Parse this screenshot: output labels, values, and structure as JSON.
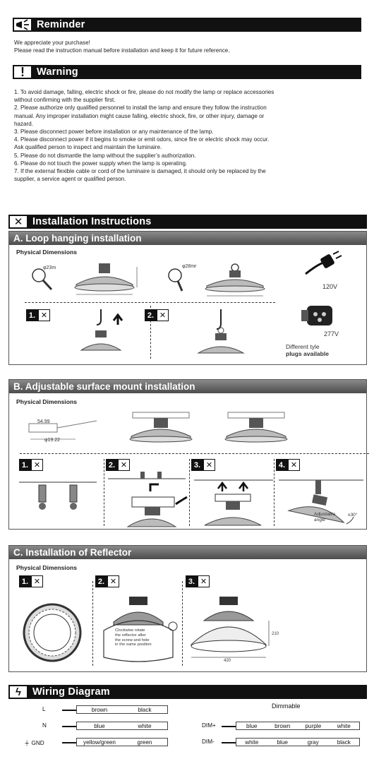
{
  "reminder": {
    "title": "Reminder",
    "lines": [
      "We appreciate your purchase!",
      "Please read the instruction manual before installation and keep it for future reference."
    ]
  },
  "warning": {
    "title": "Warning",
    "items": [
      "1. To avoid damage, falling, electric shock or fire, please do not modify the lamp or replace accessories",
      "without confirming with the supplier first.",
      "2. Please authorize only qualified personnel to install the lamp and ensure they follow the instruction",
      "manual.  Any improper installation might cause falling, electric shock, fire, or other injury, damage or",
      "hazard.",
      "3. Please disconnect power before installation or any maintenance of the lamp.",
      "4. Please disconnect power if it begins to smoke or emit odors, since fire or electric shock may occur.",
      "Ask qualified person to inspect and maintain the luminaire.",
      "5. Please do not dismantle the lamp without the supplier’s authorization.",
      "6. Please do not touch the power supply when the lamp is operating.",
      "7. If the external flexible cable or cord of the luminaire is damaged, it should only be replaced by the",
      "supplier, a service agent or qualified person."
    ]
  },
  "installation": {
    "title": "Installation Instructions",
    "section_a": {
      "title": "A. Loop hanging installation",
      "physical": "Physical Dimensions",
      "dims": [
        "φ23m",
        "φ28mr"
      ],
      "steps": [
        "1.",
        "2."
      ],
      "v120": "120V",
      "v277": "277V",
      "plugs_note_1": "Different tyle",
      "plugs_note_2": "plugs available"
    },
    "section_b": {
      "title": "B.  Adjustable surface mount installation",
      "physical": "Physical Dimensions",
      "dims": [
        "54.99",
        "φ19.22"
      ],
      "steps": [
        "1.",
        "2.",
        "3.",
        "4."
      ],
      "angle_1": "Adjustable",
      "angle_2": "angle",
      "angle_val": "±30°"
    },
    "section_c": {
      "title": "C.  Installation of Reflector",
      "physical": "Physical Dimensions",
      "steps": [
        "1.",
        "2.",
        "3."
      ],
      "rotate_note": [
        "Clockwise rotate",
        "the reflector after",
        "the screw and hole",
        "in the same position"
      ],
      "dim_width": "420",
      "dim_height": "210"
    }
  },
  "wiring": {
    "title": "Wiring Diagram",
    "left": [
      {
        "label": "L",
        "c1": "brown",
        "c2": "black"
      },
      {
        "label": "N",
        "c1": "blue",
        "c2": "white"
      },
      {
        "label": "⏚ GND",
        "c1": "yellow/green",
        "c2": "green"
      }
    ],
    "dimmable_title": "Dimmable",
    "right": [
      {
        "label": "DIM+",
        "cells": [
          "blue",
          "brown",
          "purple",
          "white"
        ]
      },
      {
        "label": "DIM-",
        "cells": [
          "white",
          "blue",
          "gray",
          "black"
        ]
      }
    ]
  }
}
